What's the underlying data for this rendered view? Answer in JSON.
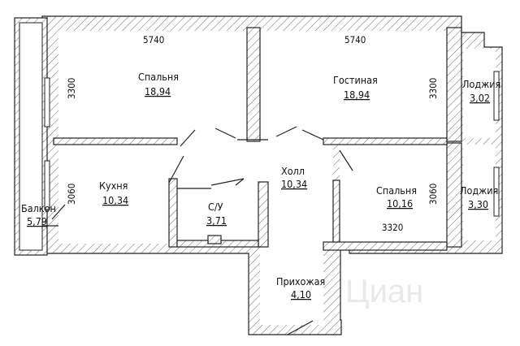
{
  "rooms": [
    {
      "name": "Спальня",
      "area": "18,94"
    },
    {
      "name": "Гостиная",
      "area": "18,94"
    },
    {
      "name": "Лоджия",
      "area": "3,02"
    },
    {
      "name": "Кухня",
      "area": "10,34"
    },
    {
      "name": "Холл",
      "area": "10,34"
    },
    {
      "name": "Спальня",
      "area": "10,16"
    },
    {
      "name": "Лоджия",
      "area": "3,30"
    },
    {
      "name": "Балкон",
      "area": "5,79"
    },
    {
      "name": "С/У",
      "area": "3,71"
    },
    {
      "name": "Прихожая",
      "area": "4,10"
    }
  ],
  "dimensions": [
    "5740",
    "5740",
    "3300",
    "3300",
    "3060",
    "3060",
    "3320"
  ],
  "watermark": "Циан"
}
